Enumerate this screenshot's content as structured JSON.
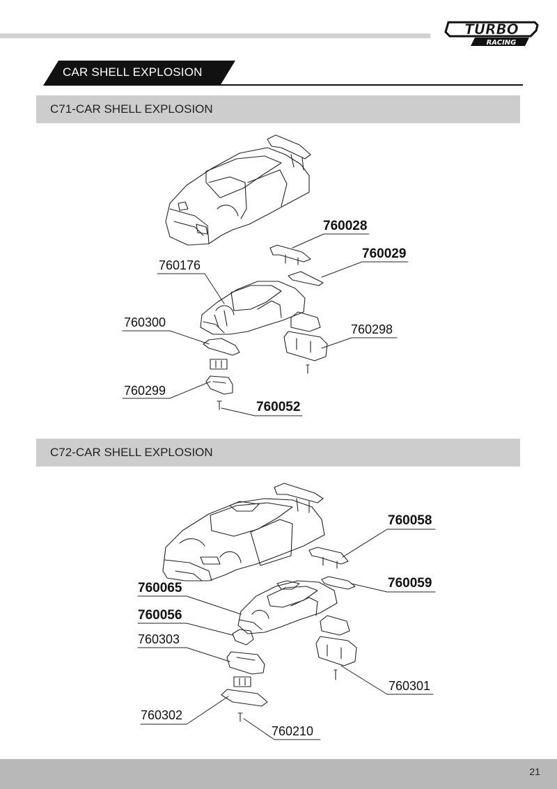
{
  "header": {
    "brand_top": "TURBO",
    "brand_bottom": "RACING"
  },
  "title": "CAR SHELL EXPLOSION",
  "sections": [
    {
      "heading": "C71-CAR SHELL EXPLOSION",
      "parts": [
        "760028",
        "760029",
        "760176",
        "760300",
        "760298",
        "760299",
        "760052"
      ]
    },
    {
      "heading": "C72-CAR SHELL EXPLOSION",
      "parts": [
        "760058",
        "760065",
        "760059",
        "760056",
        "760303",
        "760301",
        "760302",
        "760210"
      ]
    }
  ],
  "footer": {
    "page_number": "21"
  }
}
